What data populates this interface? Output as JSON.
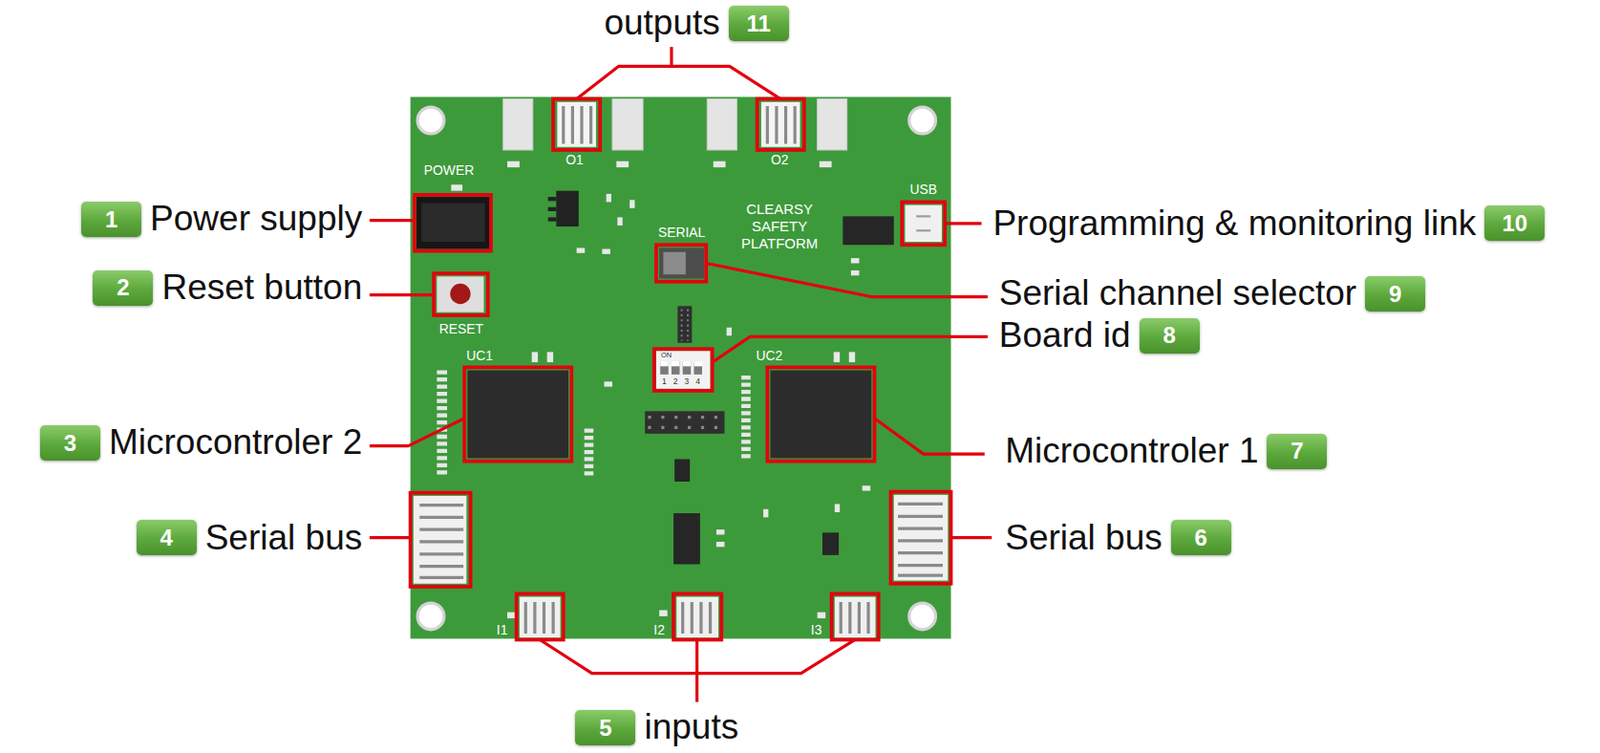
{
  "diagram": {
    "nodes": [
      {
        "text": [
          "11",
          "outputs"
        ]
      },
      {
        "text": [
          "1",
          "Power supply"
        ]
      },
      {
        "text": [
          "10",
          "Programming & monitoring link"
        ]
      },
      {
        "text": [
          "2",
          "Reset button"
        ]
      },
      {
        "text": [
          "9",
          "Serial channel selector"
        ]
      },
      {
        "text": [
          "8",
          "Board id"
        ]
      },
      {
        "text": [
          "3",
          "Microcontroler 2"
        ]
      },
      {
        "text": [
          "7",
          "Microcontroler 1"
        ]
      },
      {
        "text": [
          "4",
          "Serial bus"
        ]
      },
      {
        "text": [
          "6",
          "Serial bus"
        ]
      },
      {
        "text": [
          "5",
          "inputs"
        ]
      }
    ],
    "labels": [
      "POWER",
      "O1",
      "O2",
      "USB",
      "CLEARSY SAFETY PLATFORM",
      "SERIAL",
      "RESET",
      "UC1",
      "ON",
      "UC2",
      "1",
      "2",
      "3",
      "4",
      "I1",
      "I2",
      "I3"
    ]
  }
}
